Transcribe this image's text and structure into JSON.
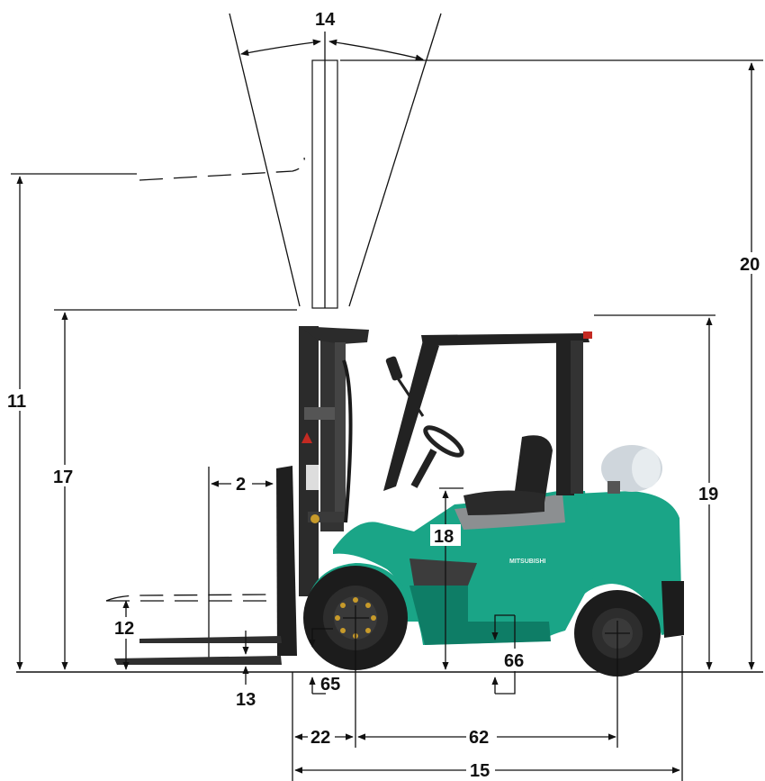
{
  "diagram": {
    "subject": "forklift",
    "brand_text": "MITSUBISHI",
    "colors": {
      "body": "#1aa587",
      "body_dark": "#0e7d66",
      "mast": "#2b2b2b",
      "tire": "#1c1c1c",
      "rim": "#3a3a3a",
      "seat": "#222222",
      "tank": "#cfd6dc",
      "accent": "#c42a22"
    },
    "labels": {
      "d14": "14",
      "d20": "20",
      "d11": "11",
      "d17": "17",
      "d2": "2",
      "d19": "19",
      "d18": "18",
      "d12": "12",
      "d13": "13",
      "d65": "65",
      "d66": "66",
      "d22": "22",
      "d62": "62",
      "d15": "15"
    }
  }
}
